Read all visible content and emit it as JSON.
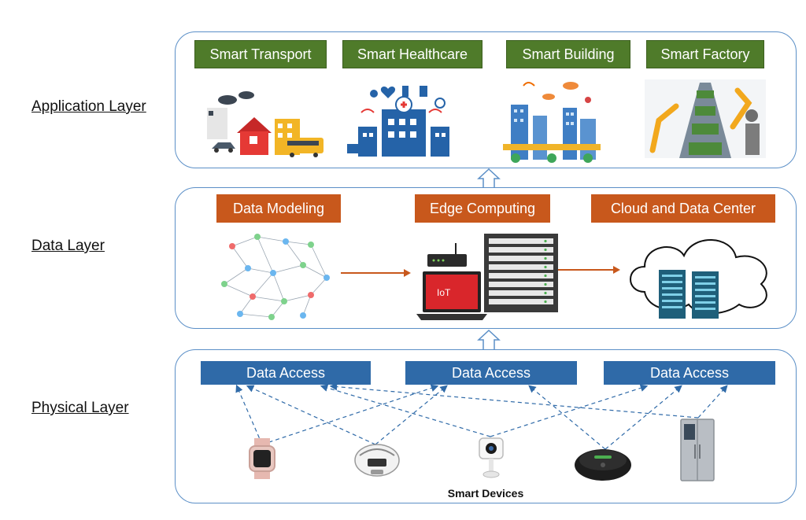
{
  "layers": {
    "application": "Application Layer",
    "data": "Data Layer",
    "physical": "Physical Layer"
  },
  "application": {
    "boxes": [
      "Smart Transport",
      "Smart Healthcare",
      "Smart Building",
      "Smart Factory"
    ]
  },
  "data_layer": {
    "boxes": [
      "Data Modeling",
      "Edge Computing",
      "Cloud and Data Center"
    ],
    "laptop_screen": "IoT"
  },
  "physical": {
    "boxes": [
      "Data Access",
      "Data Access",
      "Data Access"
    ],
    "devices_label": "Smart Devices"
  },
  "colors": {
    "panel_border": "#5b8fc7",
    "green_box": "#4f7b2a",
    "orange_box": "#c8581c",
    "blue_box": "#2f6aa8"
  },
  "icons": [
    "transport-illustration",
    "healthcare-illustration",
    "building-illustration",
    "factory-illustration",
    "network-graph",
    "router-icon",
    "laptop-icon",
    "server-rack-icon",
    "cloud-icon",
    "smartwatch-icon",
    "robot-cooker-icon",
    "camera-icon",
    "robot-vacuum-icon",
    "refrigerator-icon"
  ]
}
